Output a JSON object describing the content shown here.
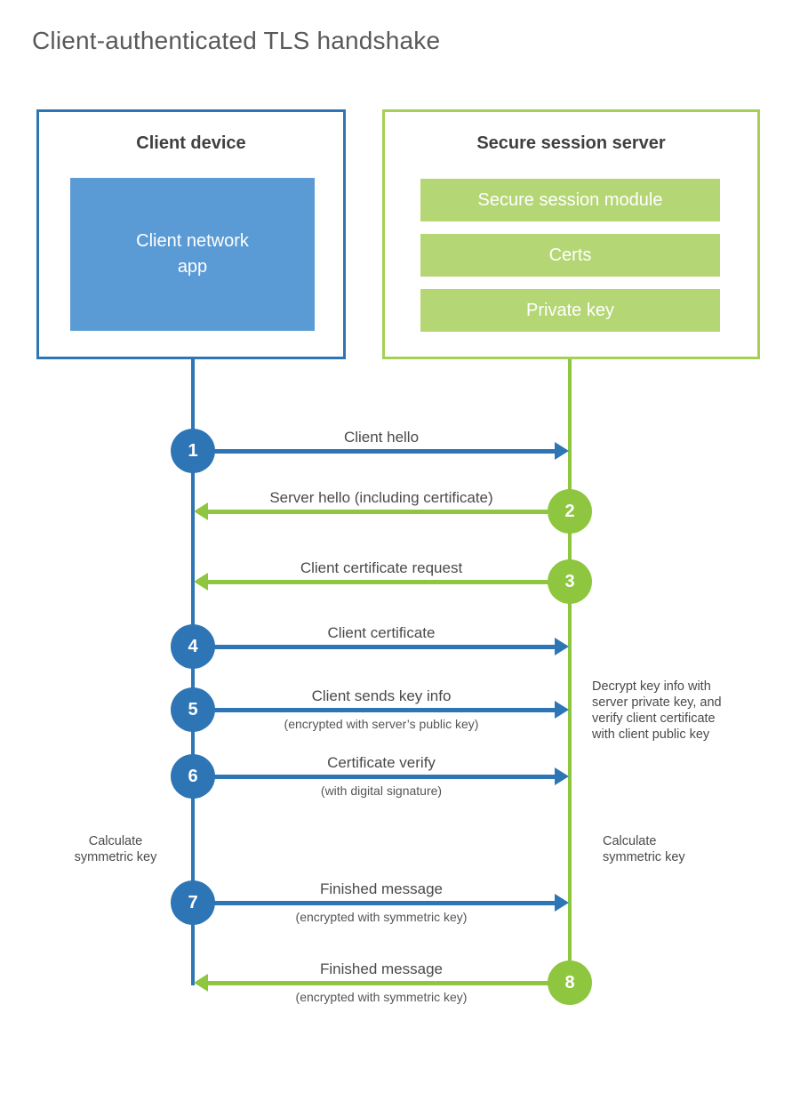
{
  "page": {
    "title": "Client-authenticated TLS handshake"
  },
  "client_box": {
    "title": "Client device",
    "app_label": "Client network\napp"
  },
  "server_box": {
    "title": "Secure session server",
    "modules": [
      "Secure session module",
      "Certs",
      "Private key"
    ]
  },
  "steps": [
    {
      "num": "1",
      "label": "Client hello",
      "sub": "",
      "from": "client",
      "to": "server"
    },
    {
      "num": "2",
      "label": "Server hello (including certificate)",
      "sub": "",
      "from": "server",
      "to": "client"
    },
    {
      "num": "3",
      "label": "Client certificate request",
      "sub": "",
      "from": "server",
      "to": "client"
    },
    {
      "num": "4",
      "label": "Client certificate",
      "sub": "",
      "from": "client",
      "to": "server"
    },
    {
      "num": "5",
      "label": "Client sends key info",
      "sub": "(encrypted with server’s public key)",
      "from": "client",
      "to": "server"
    },
    {
      "num": "6",
      "label": "Certificate verify",
      "sub": "(with digital signature)",
      "from": "client",
      "to": "server"
    },
    {
      "num": "7",
      "label": "Finished message",
      "sub": "(encrypted with symmetric key)",
      "from": "client",
      "to": "server"
    },
    {
      "num": "8",
      "label": "Finished message",
      "sub": "(encrypted with symmetric key)",
      "from": "server",
      "to": "client"
    }
  ],
  "annotations": {
    "decrypt": "Decrypt key info with\nserver private key, and\nverify client certificate\nwith client public key",
    "calc_left": "Calculate\nsymmetric key",
    "calc_right": "Calculate\nsymmetric key"
  },
  "colors": {
    "blue": "#2e75b6",
    "blue_light": "#5b9bd5",
    "green": "#8ec63f",
    "green_border": "#a5cf55",
    "green_light": "#b4d674",
    "title_gray": "#595959",
    "heading_gray": "#3f3f3f",
    "label_gray": "#4a4a4a"
  }
}
